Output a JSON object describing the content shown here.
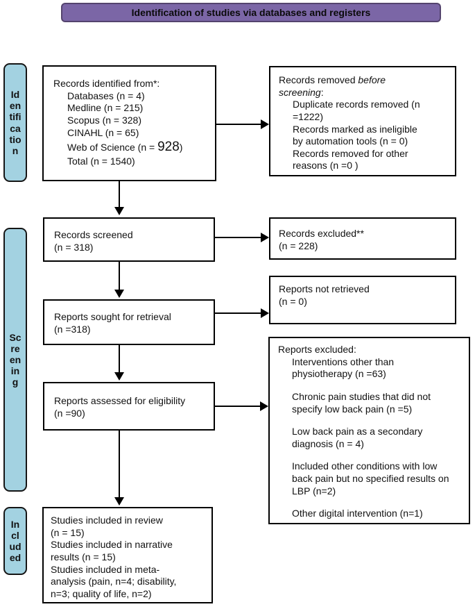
{
  "colors": {
    "banner_fill": "#7b66a6",
    "banner_border": "#54446e",
    "stage_fill": "#a3d2e1",
    "box_border": "#000000"
  },
  "banner": {
    "title": "Identification of studies via databases and registers"
  },
  "stages": {
    "identification": "Id\nen\ntifi\nca\ntio\nn",
    "screening": "Sc\nre\nen\nin\ng",
    "included": "In\ncl\nud\ned"
  },
  "boxes": {
    "records_identified": {
      "title": "Records identified from*:",
      "items": [
        "Databases (n = 4)",
        "Medline (n = 215)",
        "Scopus (n = 328)",
        "CINAHL (n = 65)"
      ],
      "wos_prefix": "Web of Science (n = ",
      "wos_number": "928",
      "wos_suffix": ")",
      "total": "Total (n = 1540)"
    },
    "records_removed": {
      "title_pre": "Records removed ",
      "title_italic": "before\nscreening",
      "title_post": ":",
      "items": [
        "Duplicate records removed (n\n=1222)",
        "Records marked as ineligible\nby automation tools (n = 0)",
        "Records removed for other\nreasons (n =0 )"
      ]
    },
    "records_screened": "Records screened\n(n = 318)",
    "records_excluded": "Records excluded**\n(n = 228)",
    "reports_sought": "Reports sought for retrieval\n(n =318)",
    "reports_not_retrieved": "Reports not retrieved\n(n = 0)",
    "reports_assessed": "Reports assessed for eligibility\n(n =90)",
    "reports_excluded": {
      "title": "Reports excluded:",
      "items": [
        "Interventions other than\nphysiotherapy (n =63)",
        "Chronic pain studies that did not\nspecify low back pain (n =5)",
        "Low back pain as a secondary\ndiagnosis (n = 4)",
        "Included other conditions with low\nback pain but no specified results on\nLBP (n=2)",
        "Other digital intervention (n=1)"
      ]
    },
    "studies_included": {
      "items": [
        "Studies included in review\n(n = 15)",
        "Studies included in narrative\nresults (n = 15)",
        "Studies included in meta-\nanalysis (pain, n=4; disability,\nn=3; quality of life, n=2)"
      ]
    }
  }
}
